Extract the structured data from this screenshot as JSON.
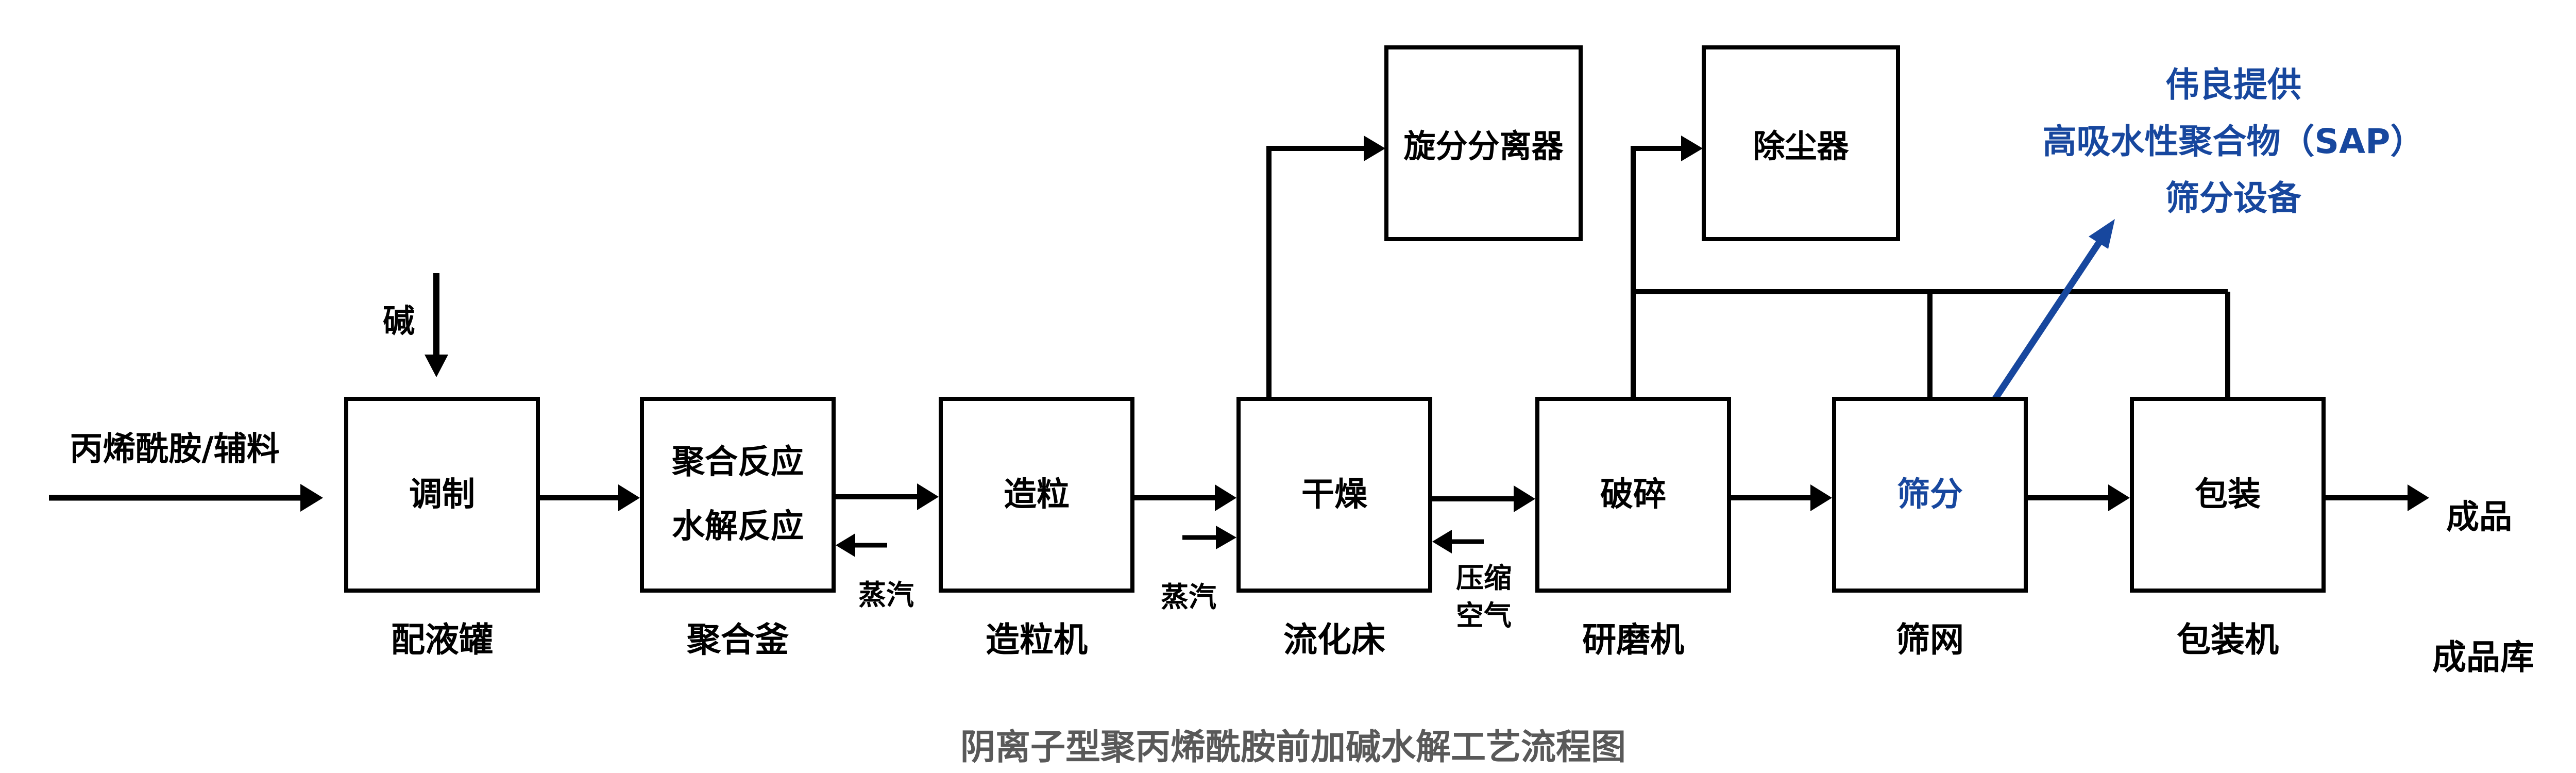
{
  "colors": {
    "c-line": "#000000",
    "c-accent": "#17479E",
    "c-title": "#595959"
  },
  "title": "阴离子型聚丙烯酰胺前加碱水解工艺流程图",
  "inputs": {
    "feed": "丙烯酰胺/辅料",
    "alkali": "碱"
  },
  "process_steps": [
    {
      "box_lines": [
        "调制"
      ],
      "equipment": "配液罐"
    },
    {
      "box_lines": [
        "聚合反应",
        "水解反应"
      ],
      "equipment": "聚合釜"
    },
    {
      "box_lines": [
        "造粒"
      ],
      "equipment": "造粒机"
    },
    {
      "box_lines": [
        "干燥"
      ],
      "equipment": "流化床"
    },
    {
      "box_lines": [
        "破碎"
      ],
      "equipment": "研磨机"
    },
    {
      "box_lines": [
        "筛分"
      ],
      "equipment": "筛网",
      "highlighted": true
    },
    {
      "box_lines": [
        "包装"
      ],
      "equipment": "包装机"
    }
  ],
  "top_boxes": [
    {
      "label": "旋分分离器"
    },
    {
      "label": "除尘器"
    }
  ],
  "utilities": {
    "steam_1": "蒸汽",
    "steam_2": "蒸汽",
    "compressed_air_line1": "压缩",
    "compressed_air_line2": "空气"
  },
  "output": {
    "product": "成品",
    "warehouse": "成品库"
  },
  "annotation": {
    "lines": [
      "伟良提供",
      "高吸水性聚合物（SAP）",
      "筛分设备"
    ]
  }
}
